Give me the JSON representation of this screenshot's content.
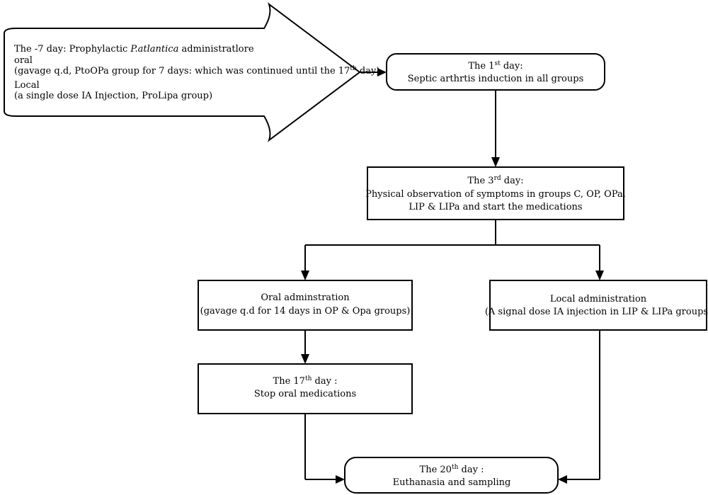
{
  "prophylactic": {
    "line1_prefix": "The -7 day: Prophylactic ",
    "line1_italic": "P.atlantica",
    "line1_suffix": " administratlore",
    "line2": "oral",
    "line3_pre": "(gavage q.d, PtoOPa group for 7 days: which was continued until the 17",
    "line3_sup": "th",
    "line3_post": " day)",
    "line4": "Local",
    "line5": "(a single dose IA Injection, ProLipa group)"
  },
  "day1": {
    "pre": "The 1",
    "sup": "st",
    "post": " day:",
    "line2": "Septic arthrtis induction in all groups"
  },
  "day3": {
    "pre": "The 3",
    "sup": "rd",
    "post": " day:",
    "line2": "Physical observation of symptoms in groups C, OP, OPa,",
    "line3": "LIP & LIPa and start the medications"
  },
  "oral": {
    "line1": "Oral adminstration",
    "line2": "(gavage q.d for 14 days in OP & Opa groups)"
  },
  "local": {
    "line1": "Local administration",
    "line2": "(A signal dose IA injection in LIP & LIPa groups)"
  },
  "day17": {
    "pre": "The 17",
    "sup": "th",
    "post": " day :",
    "line2": "Stop oral medications"
  },
  "day20": {
    "pre": "The 20",
    "sup": "th",
    "post": " day :",
    "line2": "Euthanasia and sampling"
  }
}
